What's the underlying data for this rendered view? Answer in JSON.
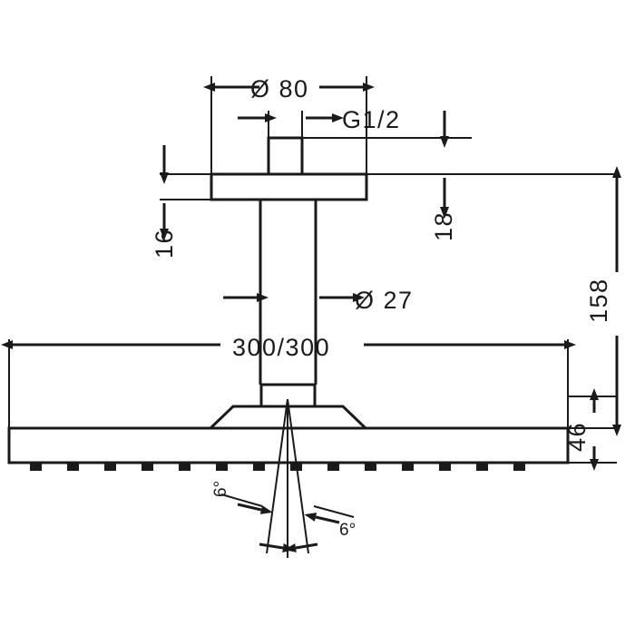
{
  "diagram": {
    "title": "Technical dimension drawing of a ceiling-mounted square rain shower head",
    "background_color": "#ffffff",
    "line_color": "#1a1a1a",
    "labels": {
      "diameter_ceiling_flange": "Ø 80",
      "thread": "G1/2",
      "pipe_diameter": "Ø 27",
      "flange_height": "16",
      "offset_top": "18",
      "total_height": "158",
      "head_size": "300/300",
      "head_height": "46",
      "angle_left": "6°",
      "angle_right": "6°"
    }
  }
}
